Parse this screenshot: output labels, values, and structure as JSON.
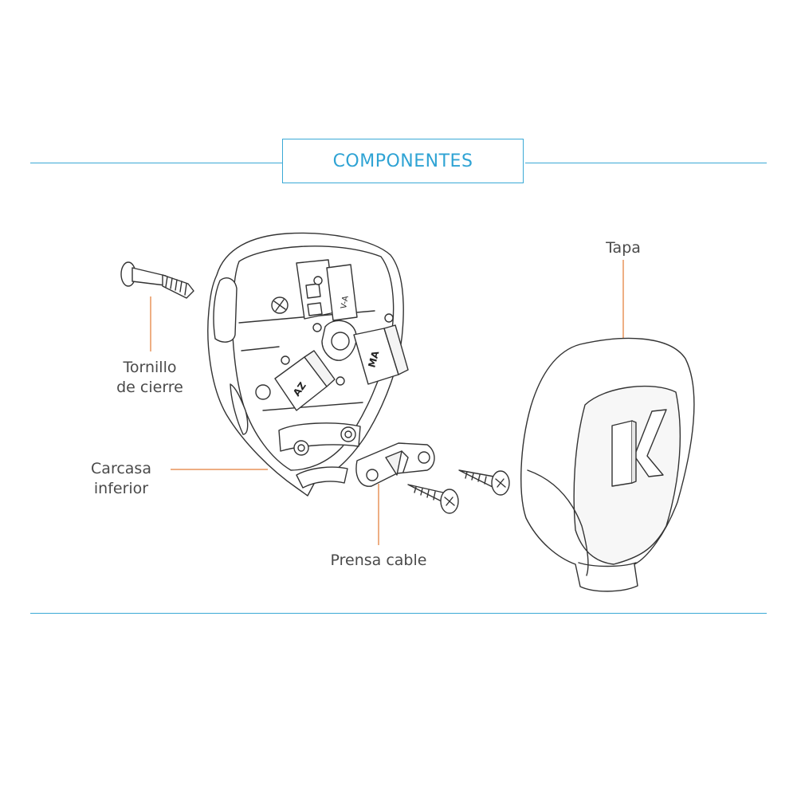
{
  "title": "COMPONENTES",
  "labels": {
    "tornillo_line1": "Tornillo",
    "tornillo_line2": "de cierre",
    "carcasa_line1": "Carcasa",
    "carcasa_line2": "inferior",
    "prensa": "Prensa cable",
    "tapa": "Tapa"
  },
  "part_markings": {
    "terminal_top": "V-A",
    "terminal_right": "MA",
    "terminal_left": "AZ",
    "cover_logo": "K"
  },
  "colors": {
    "accent_blue": "#3aa9d6",
    "leader_orange": "#e8945a",
    "line_art": "#333333",
    "label_text": "#4a4a4a"
  }
}
